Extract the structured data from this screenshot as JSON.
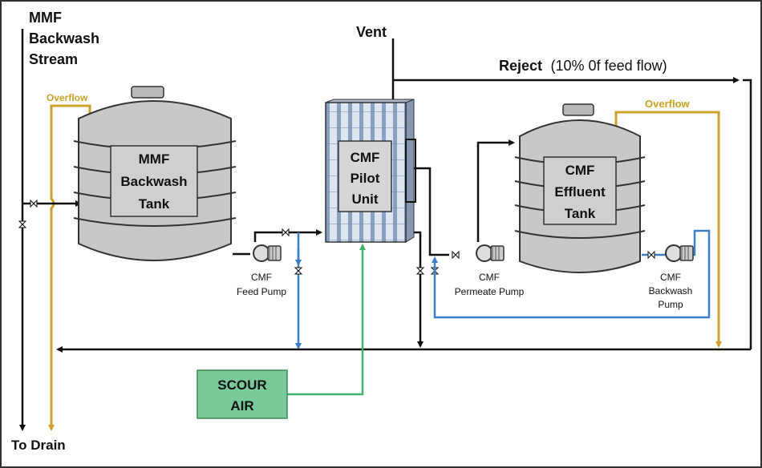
{
  "labels": {
    "mmf_backwash_stream": [
      "MMF",
      "Backwash",
      "Stream"
    ],
    "to_drain": "To Drain",
    "vent": "Vent",
    "reject_bold": "Reject",
    "reject_note": "(10% 0f feed flow)",
    "overflow_left": "Overflow",
    "overflow_right": "Overflow"
  },
  "tanks": {
    "mmf": [
      "MMF",
      "Backwash",
      "Tank"
    ],
    "cmf_effluent": [
      "CMF",
      "Effluent",
      "Tank"
    ]
  },
  "pilot_unit": [
    "CMF",
    "Pilot",
    "Unit"
  ],
  "pumps": {
    "feed": [
      "CMF",
      "Feed Pump"
    ],
    "permeate": [
      "CMF",
      "Permeate Pump"
    ],
    "backwash": [
      "CMF",
      "Backwash",
      "Pump"
    ]
  },
  "scour_air": [
    "SCOUR",
    "AIR"
  ],
  "colors": {
    "pipe_black": "#111111",
    "pipe_blue": "#3b7fc4",
    "pipe_gold": "#c9a227",
    "pipe_green": "#3fb36a",
    "tank_fill": "#c8c8c8",
    "tank_label_fill": "#cfcfcf",
    "scour_fill": "#79c99a"
  }
}
